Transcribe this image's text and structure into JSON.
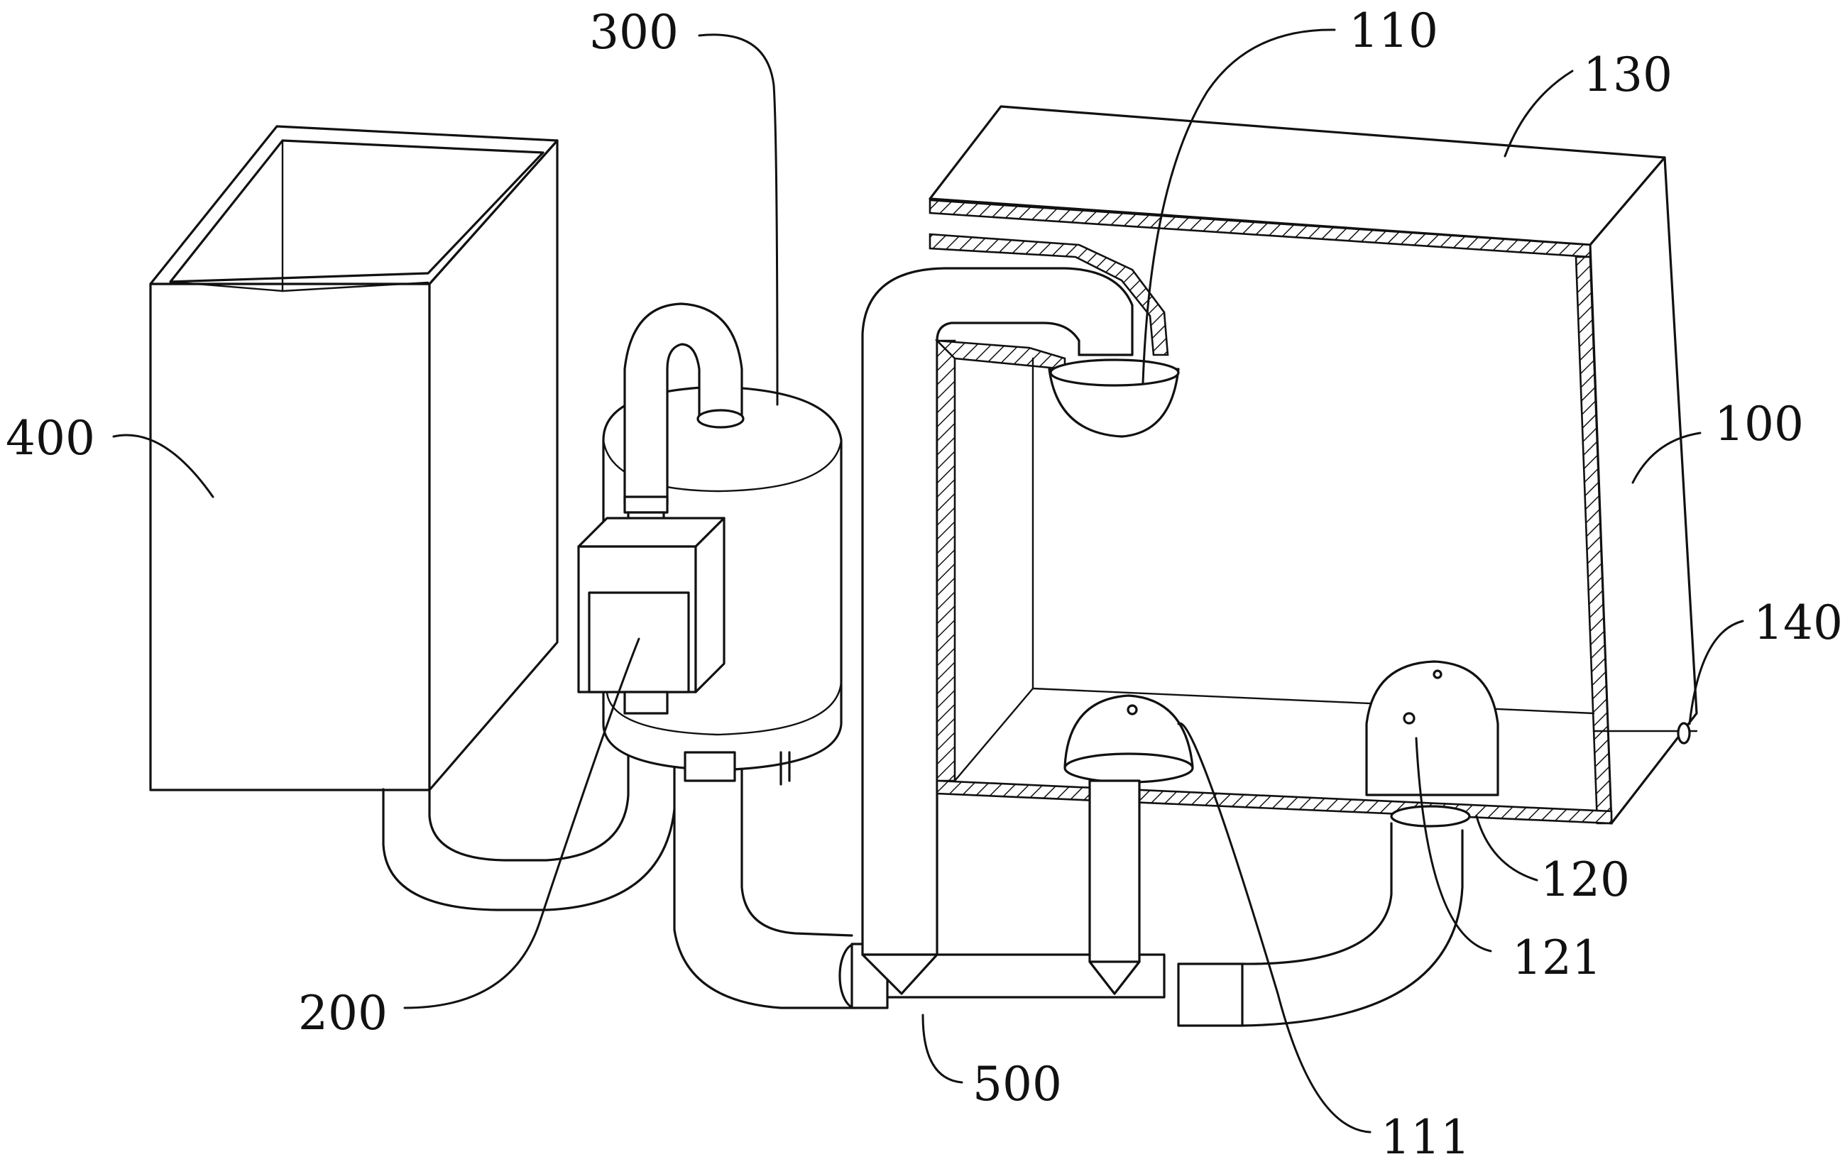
{
  "labels": {
    "l110": "110",
    "l130": "130",
    "l300": "300",
    "l400": "400",
    "l100": "100",
    "l140": "140",
    "l120": "120",
    "l121": "121",
    "l200": "200",
    "l500": "500",
    "l111": "111"
  },
  "colors": {
    "stroke": "#111111",
    "background": "#ffffff"
  }
}
